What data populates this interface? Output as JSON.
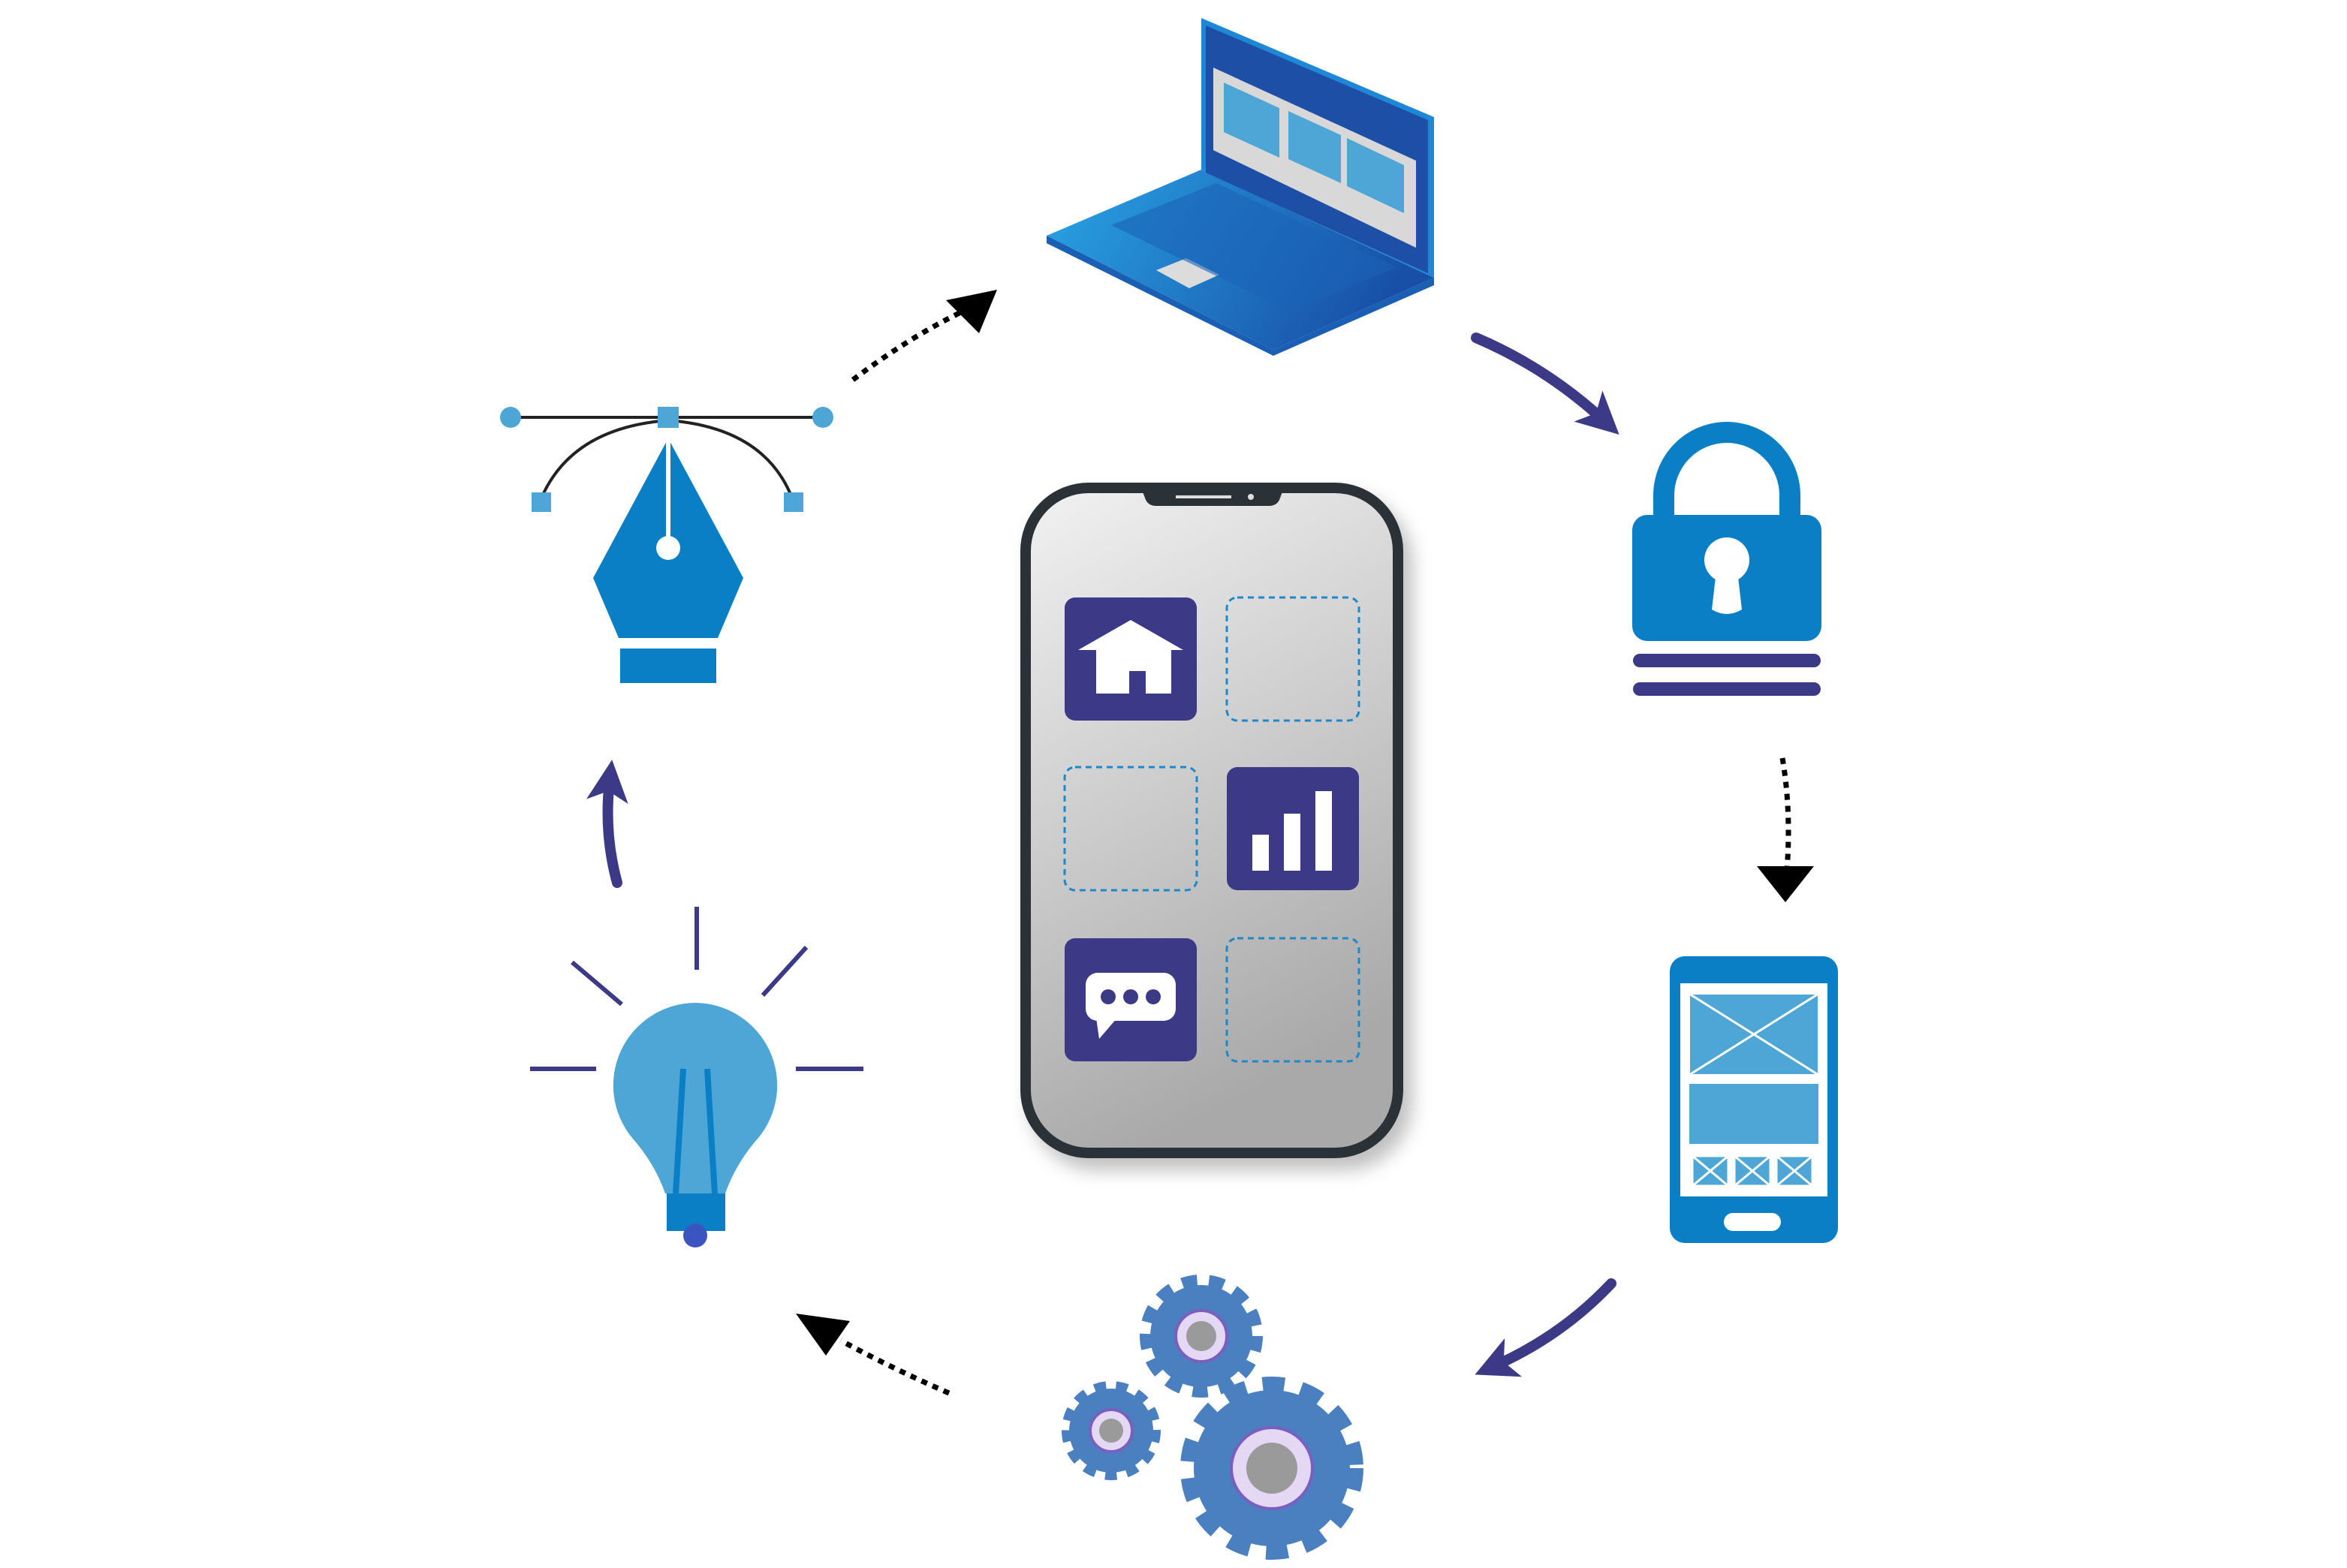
{
  "diagram": {
    "type": "cycle",
    "center": {
      "icon": "smartphone-app-grid-icon",
      "apps": [
        "home-app-icon",
        "empty-slot",
        "empty-slot",
        "bar-chart-app-icon",
        "chat-app-icon",
        "empty-slot"
      ]
    },
    "cycle_steps": [
      {
        "icon": "laptop-icon"
      },
      {
        "icon": "lock-icon"
      },
      {
        "icon": "mobile-wireframe-icon"
      },
      {
        "icon": "gears-icon"
      },
      {
        "icon": "lightbulb-icon"
      },
      {
        "icon": "pen-tool-icon"
      }
    ],
    "connectors": [
      "solid-arrow",
      "dotted-arrow",
      "solid-arrow",
      "dotted-arrow",
      "solid-arrow",
      "dotted-arrow"
    ]
  },
  "colors": {
    "primary_blue": "#0a7fc6",
    "light_blue": "#4da6d6",
    "purple": "#3c3a86",
    "dark_outline": "#2b3237",
    "gear_blue": "#4a7fc0",
    "gear_center": "#e4d8f5"
  }
}
